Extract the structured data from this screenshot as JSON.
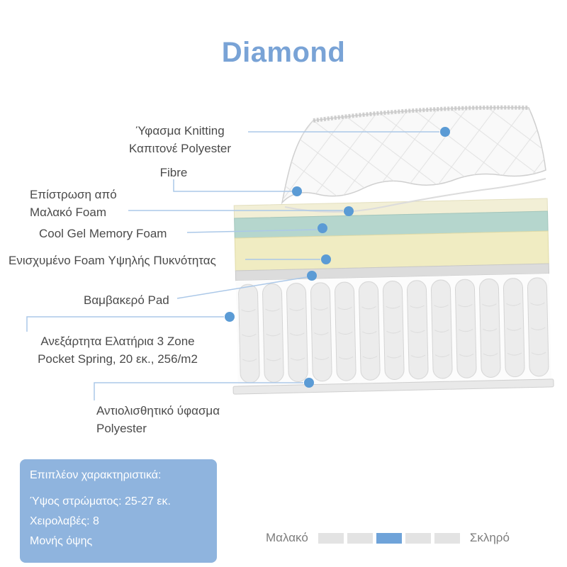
{
  "title": "Diamond",
  "callouts": {
    "fabric": {
      "line1": "Ύφασμα Knitting",
      "line2": "Καπιτονέ Polyester"
    },
    "fibre": {
      "line1": "Fibre"
    },
    "soft_foam": {
      "line1": "Επίστρωση από",
      "line2": "Μαλακό Foam"
    },
    "cool_gel": {
      "line1": "Cool Gel Memory Foam"
    },
    "hd_foam": {
      "line1": "Ενισχυμένο Foam Υψηλής Πυκνότητας"
    },
    "cotton_pad": {
      "line1": "Βαμβακερό Pad"
    },
    "springs": {
      "line1": "Ανεξάρτητα Ελατήρια 3 Zone",
      "line2": "Pocket Spring, 20 εκ., 256/m2"
    },
    "anti_slip": {
      "line1": "Αντιολισθητικό ύφασμα",
      "line2": "Polyester"
    }
  },
  "info_box": {
    "title": "Επιπλέον χαρακτηριστικά:",
    "items": [
      "Ύψος στρώματος: 25-27 εκ.",
      "Χειρολαβές: 8",
      "Μονής όψης"
    ]
  },
  "firmness": {
    "left_label": "Μαλακό",
    "right_label": "Σκληρό",
    "levels": 5,
    "active_index": 2
  },
  "colors": {
    "accent_title": "#79a3d6",
    "callout_line": "#abc8e8",
    "callout_dot": "#5b9bd5",
    "info_box_bg": "#8fb4de",
    "firmness_active": "#6fa3d9",
    "firmness_inactive": "#e3e3e3",
    "layer_soft_foam": "#f2efd6",
    "layer_cool_gel": "#b5d6cd",
    "layer_hd_foam": "#f0ecc2",
    "layer_pad": "#dcdcdc",
    "layer_spring": "#ececec"
  }
}
